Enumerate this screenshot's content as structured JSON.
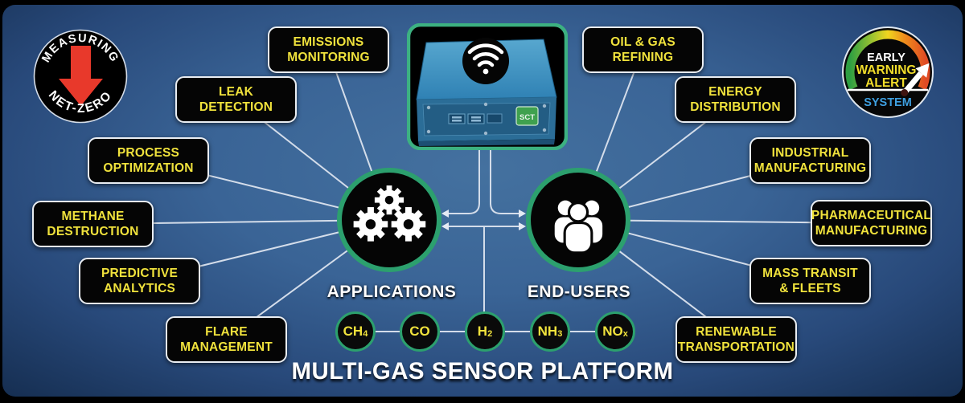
{
  "title": "MULTI-GAS SENSOR PLATFORM",
  "hubs": {
    "applications": {
      "label": "APPLICATIONS",
      "icon": "gears-icon"
    },
    "end_users": {
      "label": "END-USERS",
      "icon": "people-icon"
    }
  },
  "applications": [
    {
      "label": "EMISSIONS\nMONITORING"
    },
    {
      "label": "LEAK\nDETECTION"
    },
    {
      "label": "PROCESS\nOPTIMIZATION"
    },
    {
      "label": "METHANE\nDESTRUCTION"
    },
    {
      "label": "PREDICTIVE\nANALYTICS"
    },
    {
      "label": "FLARE\nMANAGEMENT"
    }
  ],
  "end_users": [
    {
      "label": "OIL & GAS\nREFINING"
    },
    {
      "label": "ENERGY\nDISTRIBUTION"
    },
    {
      "label": "INDUSTRIAL\nMANUFACTURING"
    },
    {
      "label": "PHARMACEUTICAL\nMANUFACTURING"
    },
    {
      "label": "MASS TRANSIT\n& FLEETS"
    },
    {
      "label": "RENEWABLE\nTRANSPORTATION"
    }
  ],
  "gases": [
    {
      "base": "CH",
      "sub": "4"
    },
    {
      "base": "CO",
      "sub": ""
    },
    {
      "base": "H",
      "sub": "2"
    },
    {
      "base": "NH",
      "sub": "3"
    },
    {
      "base": "NO",
      "sub": "x"
    }
  ],
  "badge_net_zero": {
    "top": "MEASURING",
    "bottom": "NET-ZERO"
  },
  "badge_early_warning": {
    "line1": "EARLY",
    "line2": "WARNING",
    "line3": "ALERT",
    "line4": "SYSTEM"
  },
  "device": {
    "logo": "SCT"
  },
  "colors": {
    "accent_green": "#2ca06e",
    "label_yellow": "#f0e23c",
    "connector": "#d4ddea",
    "arrow_red": "#e8392b",
    "system_blue": "#3e9fe0"
  }
}
